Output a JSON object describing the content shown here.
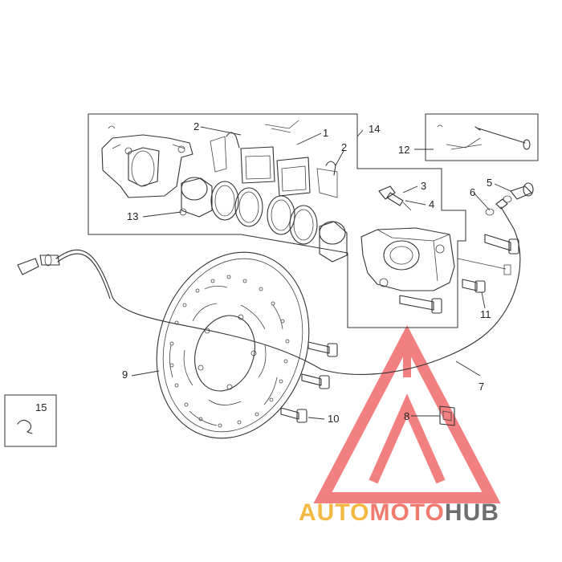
{
  "callouts": {
    "c1": "1",
    "c2a": "2",
    "c2b": "2",
    "c3": "3",
    "c4": "4",
    "c5": "5",
    "c6": "6",
    "c7": "7",
    "c8": "8",
    "c9": "9",
    "c10": "10",
    "c11": "11",
    "c12": "12",
    "c13": "13",
    "c14": "14",
    "c15": "15"
  },
  "logo": {
    "auto": "AUTO",
    "moto": "MOTO",
    "hub": "HUB",
    "colors": {
      "auto": "#f4b942",
      "moto": "#f07b6e",
      "hub": "#6e6e6e",
      "triangle": "#f06a6a"
    }
  }
}
